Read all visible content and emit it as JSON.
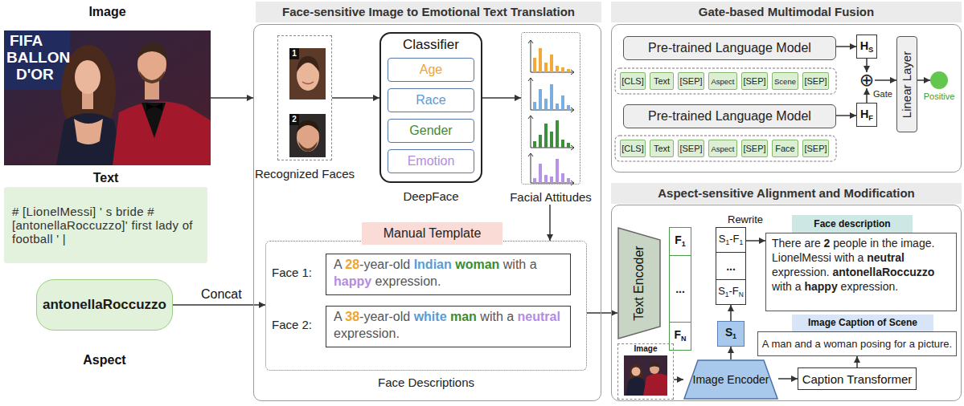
{
  "diagram": {
    "nodes": [
      {
        "text": [
          "Image"
        ]
      },
      {
        "text": [
          "Text",
          "# [LionelMessi] ' s bride #[antonellaRoccuzzo]' first lady of football ' |"
        ]
      },
      {
        "text": [
          "antonellaRoccuzzo",
          "Aspect"
        ]
      },
      {
        "text": [
          "Face-sensitive Image to Emotional Text Translation"
        ]
      },
      {
        "text": [
          "Recognized Faces"
        ],
        "in": 3
      },
      {
        "text": [
          "1"
        ],
        "in": 4
      },
      {
        "text": [
          "2"
        ],
        "in": 4
      },
      {
        "text": [
          "Classifier",
          "DeepFace"
        ],
        "in": 3
      },
      {
        "text": [
          "Age"
        ],
        "in": 7
      },
      {
        "text": [
          "Race"
        ],
        "in": 7
      },
      {
        "text": [
          "Gender"
        ],
        "in": 7
      },
      {
        "text": [
          "Emotion"
        ],
        "in": 7
      },
      {
        "text": [
          "Facial Attitudes"
        ],
        "in": 3
      },
      {
        "text": [
          "Manual Template"
        ],
        "in": 3
      },
      {
        "text": [
          "Face Descriptions"
        ],
        "in": 3
      },
      {
        "text": [
          "Face 1:",
          "A",
          "28",
          "-year-old",
          "Indian",
          "woman",
          "with a",
          "happy",
          "expression."
        ],
        "in": 14
      },
      {
        "text": [
          "Face 2:",
          "A",
          "38",
          "-year-old",
          "white",
          "man",
          "with a",
          "neutral",
          "expression."
        ],
        "in": 14
      },
      {
        "text": [
          "Gate-based Multimodal Fusion"
        ]
      },
      {
        "text": [
          "Pre-trained Language Model"
        ],
        "in": 17
      },
      {
        "text": [
          "H",
          "S"
        ],
        "in": 17
      },
      {
        "text": [
          "[CLS]"
        ],
        "in": 17
      },
      {
        "text": [
          "Text"
        ],
        "in": 17
      },
      {
        "text": [
          "[SEP]"
        ],
        "in": 17
      },
      {
        "text": [
          "Aspect"
        ],
        "in": 17
      },
      {
        "text": [
          "[SEP]"
        ],
        "in": 17
      },
      {
        "text": [
          "Scene"
        ],
        "in": 17
      },
      {
        "text": [
          "[SEP]"
        ],
        "in": 17
      },
      {
        "text": [
          "Pre-trained Language Model"
        ],
        "in": 17
      },
      {
        "text": [
          "H",
          "F"
        ],
        "in": 17
      },
      {
        "text": [
          "[CLS]"
        ],
        "in": 17
      },
      {
        "text": [
          "Text"
        ],
        "in": 17
      },
      {
        "text": [
          "[SEP]"
        ],
        "in": 17
      },
      {
        "text": [
          "Aspect"
        ],
        "in": 17
      },
      {
        "text": [
          "[SEP]"
        ],
        "in": 17
      },
      {
        "text": [
          "Face"
        ],
        "in": 17
      },
      {
        "text": [
          "[SEP]"
        ],
        "in": 17
      },
      {
        "text": [
          "⊕"
        ],
        "in": 17
      },
      {
        "text": [
          "Linear Layer"
        ],
        "in": 17
      },
      {
        "text": [
          "Positive"
        ],
        "in": 17
      },
      {
        "text": [
          "Aspect-sensitive Alignment and Modification"
        ]
      },
      {
        "text": [
          "Text Encoder"
        ],
        "in": 39
      },
      {
        "text": [
          "..."
        ],
        "in": 39
      },
      {
        "text": [
          "F",
          "1"
        ],
        "in": 41
      },
      {
        "text": [
          "F",
          "N"
        ],
        "in": 41
      },
      {
        "text": [
          "..."
        ],
        "in": 39
      },
      {
        "text": [
          "S",
          "1",
          "-F",
          "1"
        ],
        "in": 44
      },
      {
        "text": [
          "S",
          "1",
          "-F",
          "N"
        ],
        "in": 44
      },
      {
        "text": [
          "S",
          "1"
        ],
        "in": 39
      },
      {
        "text": [
          "Face description",
          "There are",
          "2",
          "people in the image.",
          "LionelMessi with a",
          "neutral",
          "expression.",
          "antonellaRoccuzzo",
          "with a",
          "happy",
          "expression."
        ],
        "in": 39
      },
      {
        "text": [
          "Image Caption of Scene",
          "A man and a woman posing for a picture."
        ],
        "in": 39
      },
      {
        "text": [
          "Image"
        ],
        "in": 39
      },
      {
        "text": [
          "Image Encoder"
        ],
        "in": 39
      },
      {
        "text": [
          "Caption Transformer"
        ],
        "in": 39
      }
    ],
    "edges": [
      {
        "from": 0,
        "to": 3,
        "arrow": "to"
      },
      {
        "from": 2,
        "to": 14,
        "arrow": "to",
        "label": "Concat"
      },
      {
        "from": 4,
        "to": 7,
        "arrow": "to"
      },
      {
        "from": 7,
        "to": 12,
        "arrow": "to"
      },
      {
        "from": 12,
        "to": 14,
        "arrow": "to"
      },
      {
        "from": 14,
        "to": 40,
        "arrow": "to"
      },
      {
        "from": 18,
        "to": 19,
        "arrow": "to"
      },
      {
        "from": 27,
        "to": 28,
        "arrow": "to"
      },
      {
        "from": 19,
        "to": 36,
        "arrow": "to"
      },
      {
        "from": 28,
        "to": 36,
        "arrow": "to",
        "label": "Gate"
      },
      {
        "from": 36,
        "to": 37,
        "arrow": "to"
      },
      {
        "from": 37,
        "to": 38,
        "arrow": "to"
      },
      {
        "from": 44,
        "to": 48,
        "arrow": "to",
        "label": "Rewrite"
      },
      {
        "from": 47,
        "to": 44,
        "arrow": "to"
      },
      {
        "from": 50,
        "to": 51,
        "arrow": "to"
      },
      {
        "from": 51,
        "to": 47,
        "arrow": "to"
      },
      {
        "from": 51,
        "to": 52,
        "arrow": "to"
      },
      {
        "from": 52,
        "to": 49,
        "arrow": "to"
      }
    ],
    "labels": [
      "FIFA",
      "BALLON",
      "D'OR"
    ]
  }
}
